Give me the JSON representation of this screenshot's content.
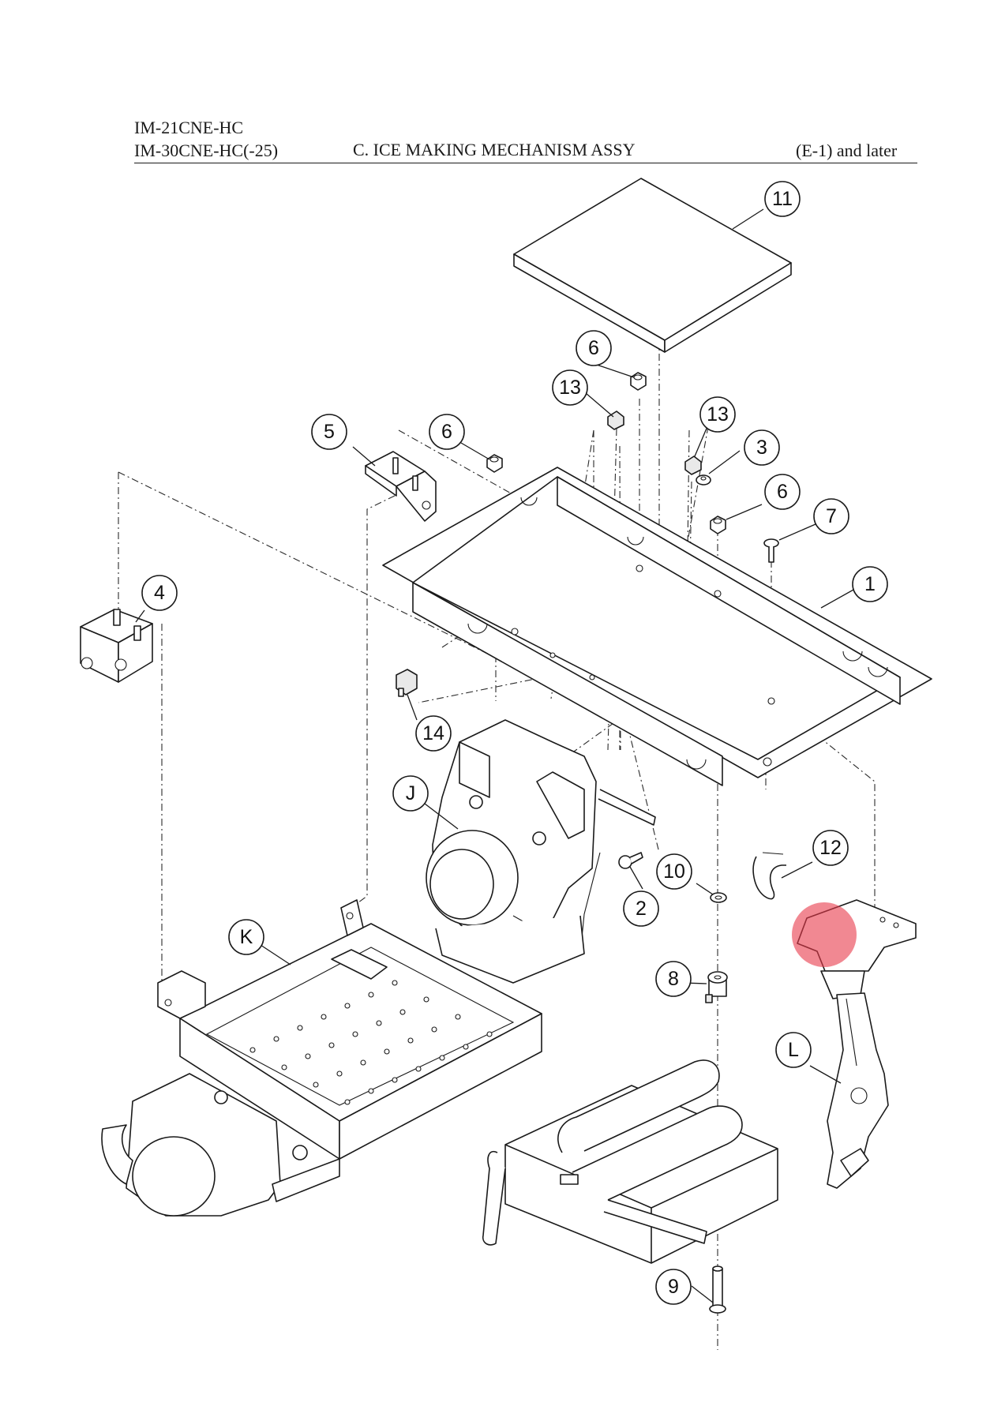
{
  "header": {
    "model_line_1": "IM-21CNE-HC",
    "model_line_2": "IM-30CNE-HC(-25)",
    "title": "C. ICE MAKING MECHANISM ASSY",
    "serial_range": "(E-1) and later"
  },
  "callouts": {
    "c1": "1",
    "c2": "2",
    "c3": "3",
    "c4": "4",
    "c5": "5",
    "c6a": "6",
    "c6b": "6",
    "c6c": "6",
    "c7": "7",
    "c8": "8",
    "c9": "9",
    "c10": "10",
    "c11": "11",
    "c12": "12",
    "c13a": "13",
    "c13b": "13",
    "c14": "14",
    "cJ": "J",
    "cK": "K",
    "cL": "L"
  },
  "highlight": {
    "color": "#e8394a"
  }
}
